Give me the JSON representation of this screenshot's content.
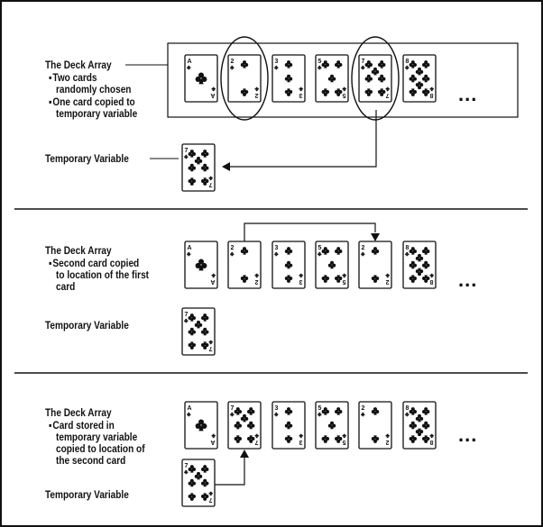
{
  "panels": [
    {
      "title": "The Deck Array",
      "bullets": [
        "Two cards randomly chosen",
        "One card copied to temporary variable"
      ],
      "bullet_lines": [
        [
          "Two cards",
          "randomly chosen"
        ],
        [
          "One card copied to",
          "temporary variable"
        ]
      ],
      "temp_label": "Temporary Variable",
      "deck": [
        {
          "rank": "A",
          "suit": "club"
        },
        {
          "rank": "2",
          "suit": "club"
        },
        {
          "rank": "3",
          "suit": "club"
        },
        {
          "rank": "5",
          "suit": "club"
        },
        {
          "rank": "7",
          "suit": "club"
        },
        {
          "rank": "8",
          "suit": "club"
        }
      ],
      "temp_card": {
        "rank": "7",
        "suit": "club"
      },
      "highlighted_positions": [
        2,
        5
      ],
      "ellipsis": "..."
    },
    {
      "title": "The Deck Array",
      "bullets": [
        "Second card copied to location of the first card"
      ],
      "bullet_lines": [
        [
          "Second card copied",
          "to location of the first",
          "card"
        ]
      ],
      "temp_label": "Temporary Variable",
      "deck": [
        {
          "rank": "A",
          "suit": "club"
        },
        {
          "rank": "2",
          "suit": "club"
        },
        {
          "rank": "3",
          "suit": "club"
        },
        {
          "rank": "5",
          "suit": "club"
        },
        {
          "rank": "2",
          "suit": "club"
        },
        {
          "rank": "8",
          "suit": "club"
        }
      ],
      "temp_card": {
        "rank": "7",
        "suit": "club"
      },
      "ellipsis": "..."
    },
    {
      "title": "The Deck Array",
      "bullets": [
        "Card stored in temporary variable copied to location of the second card"
      ],
      "bullet_lines": [
        [
          "Card stored in",
          "temporary variable",
          "copied to location of",
          "the second card"
        ]
      ],
      "temp_label": "Temporary Variable",
      "deck": [
        {
          "rank": "A",
          "suit": "club"
        },
        {
          "rank": "7",
          "suit": "club"
        },
        {
          "rank": "3",
          "suit": "club"
        },
        {
          "rank": "5",
          "suit": "club"
        },
        {
          "rank": "2",
          "suit": "club"
        },
        {
          "rank": "8",
          "suit": "club"
        }
      ],
      "temp_card": {
        "rank": "7",
        "suit": "club"
      },
      "ellipsis": "..."
    }
  ],
  "colors": {
    "ink": "#111111",
    "background": "#ffffff"
  }
}
